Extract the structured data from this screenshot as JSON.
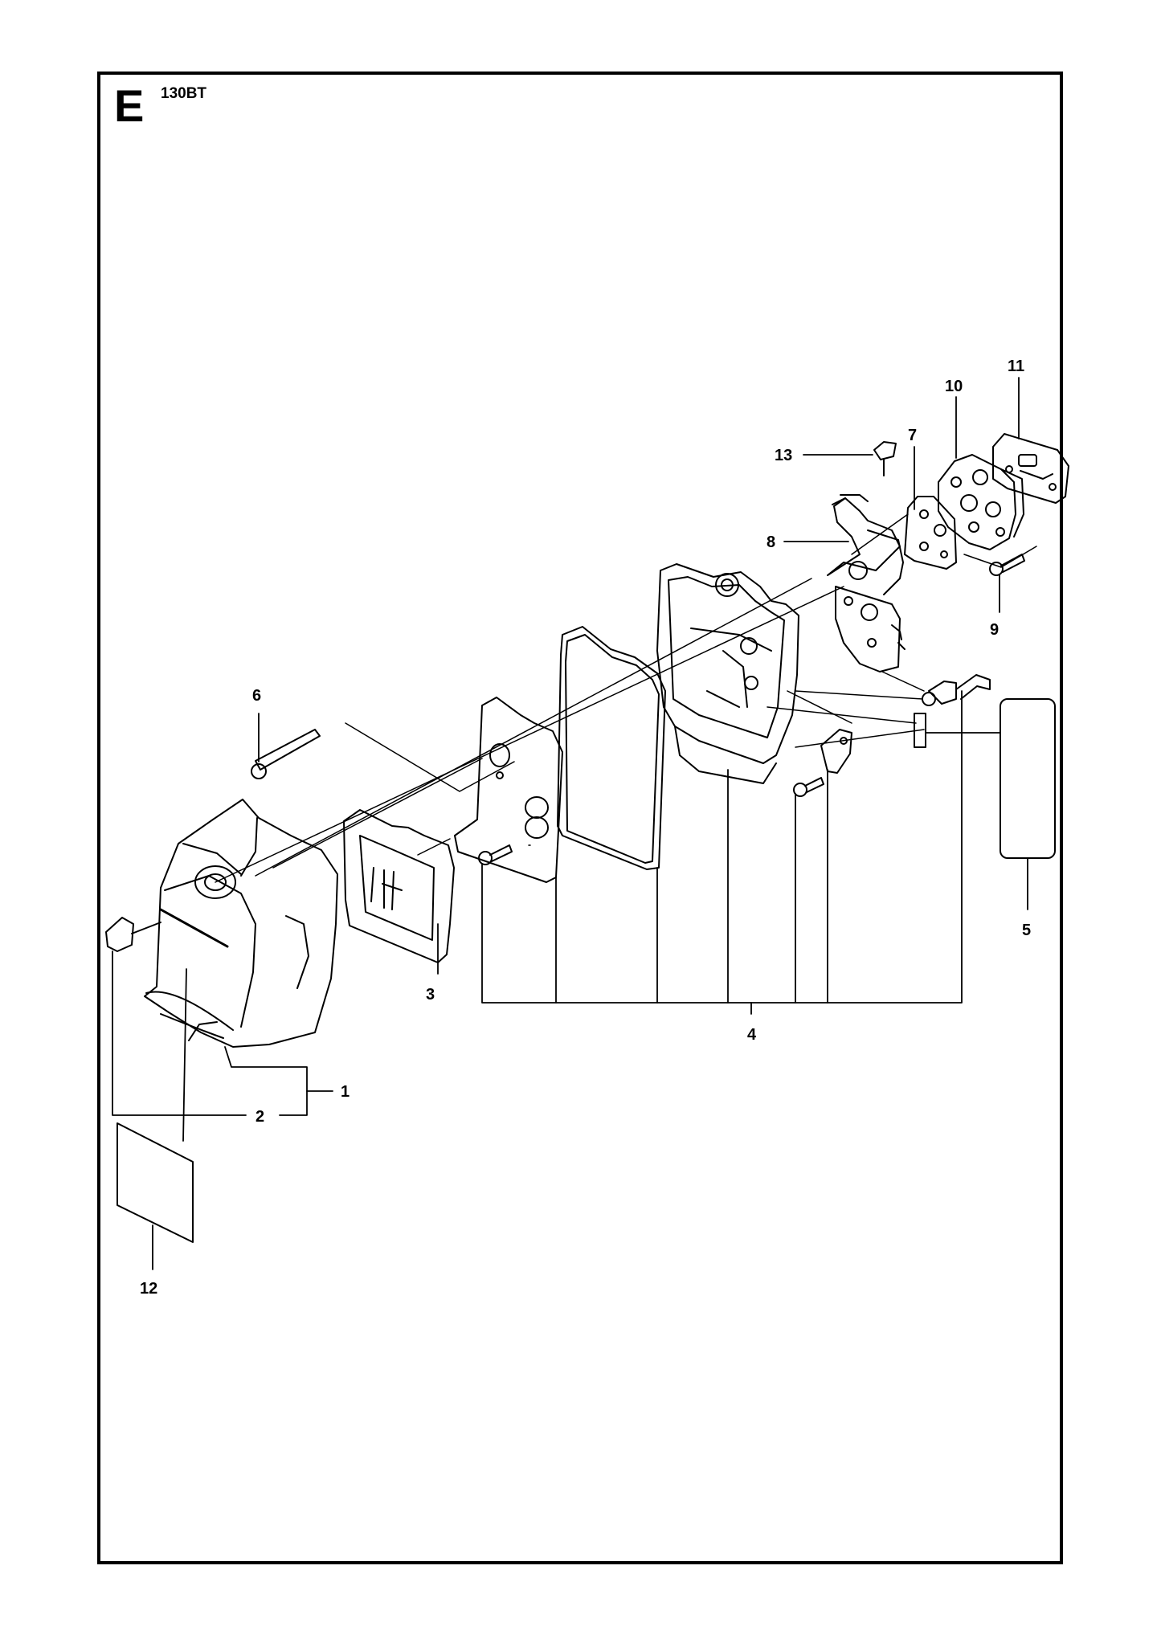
{
  "header": {
    "section_letter": "E",
    "model": "130BT"
  },
  "callouts": [
    "1",
    "2",
    "3",
    "4",
    "5",
    "6",
    "7",
    "8",
    "9",
    "10",
    "11",
    "12",
    "13"
  ]
}
